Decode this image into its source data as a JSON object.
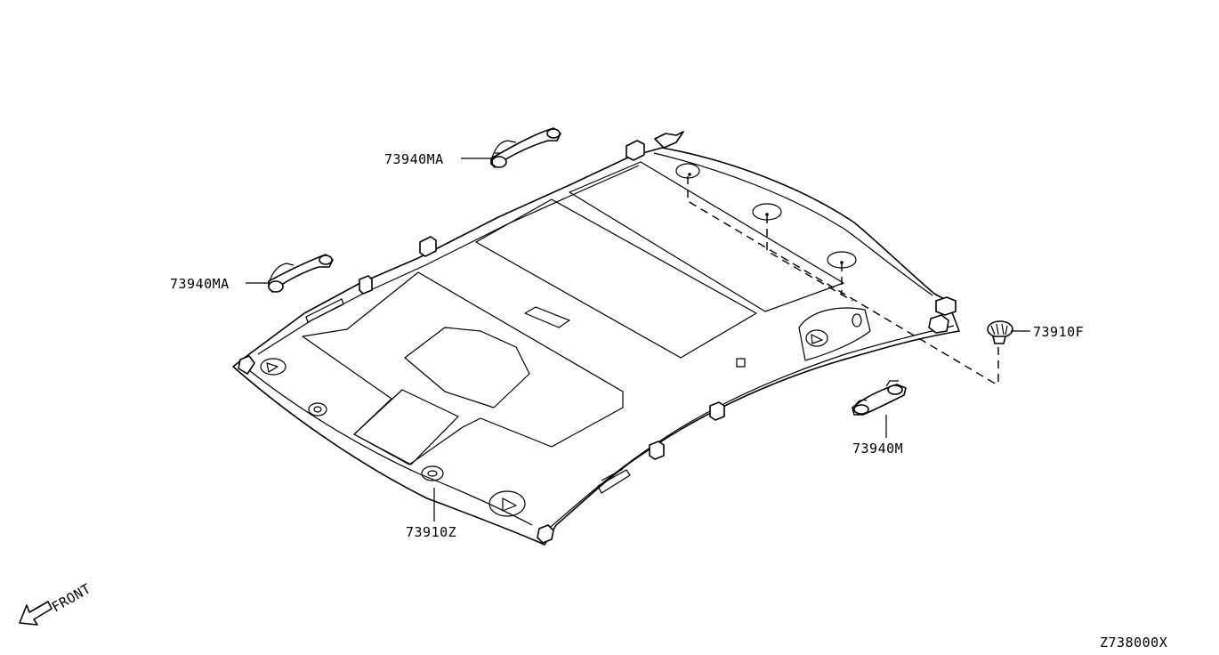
{
  "diagram": {
    "parts": [
      {
        "id": "grip-front",
        "label": "73940MA"
      },
      {
        "id": "grip-rear",
        "label": "73940MA"
      },
      {
        "id": "grip-side",
        "label": "73940M"
      },
      {
        "id": "clip",
        "label": "73910F"
      },
      {
        "id": "headlining",
        "label": "73910Z"
      }
    ],
    "direction_label": "FRONT",
    "diagram_code": "Z738000X"
  }
}
